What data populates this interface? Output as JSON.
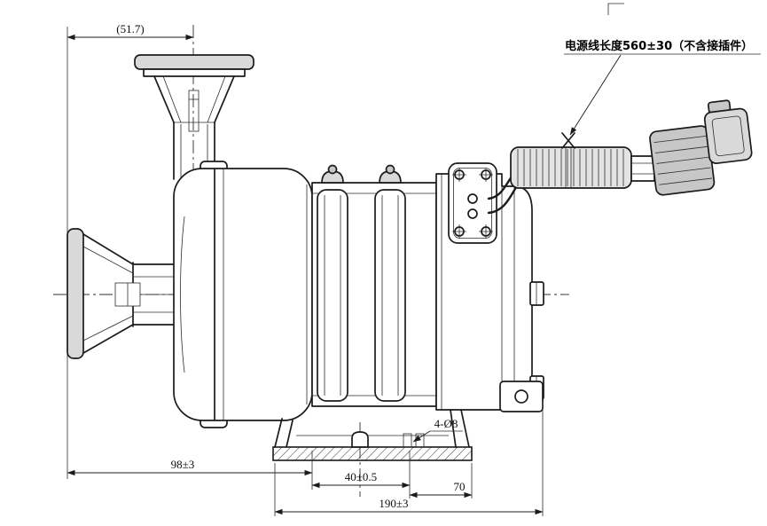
{
  "labels": {
    "dim_top": "(51.7)",
    "cable_note": "电源线长度560±30（不含接插件）",
    "hole_callout": "4-Ø8",
    "dim_98": "98±3",
    "dim_40": "40±0.5",
    "dim_70": "70",
    "dim_190": "190±3"
  },
  "colors": {
    "line": "#1b1b1b",
    "fill_light": "#d9d9d9",
    "fill_connector": "#c7c7c7",
    "background": "#ffffff"
  }
}
